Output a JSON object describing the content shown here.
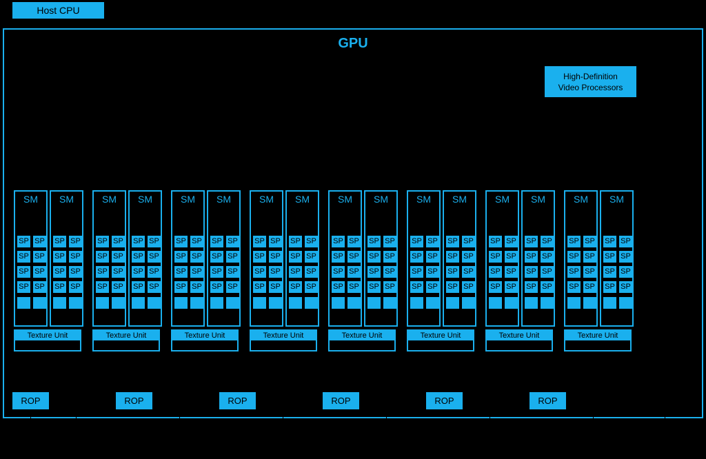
{
  "host": {
    "label": "Host CPU"
  },
  "gpu": {
    "title": "GPU"
  },
  "hdvp": {
    "line1": "High-Definition",
    "line2": "Video Processors"
  },
  "cluster_count": 8,
  "sm_label": "SM",
  "sp_label": "SP",
  "texture_label": "Texture Unit",
  "rop_count": 6,
  "rop_label": "ROP",
  "colors": {
    "accent": "#1ab0ee",
    "background": "#000000"
  }
}
